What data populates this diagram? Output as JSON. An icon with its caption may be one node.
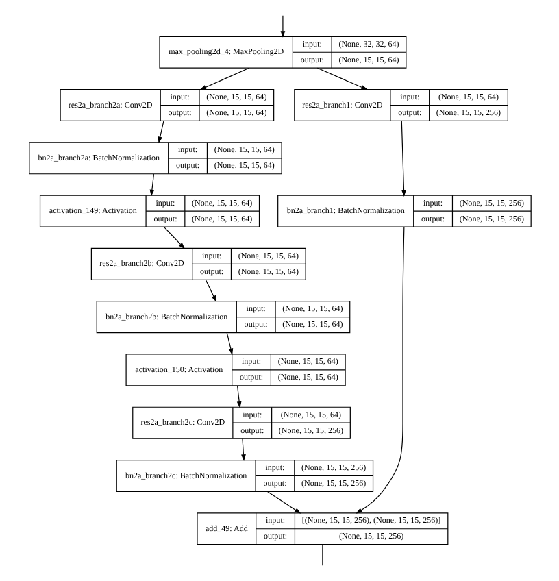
{
  "diagram": {
    "nodes": [
      {
        "text": [
          "max_pooling2d_4: MaxPooling2D",
          "input:",
          "(None, 32, 32, 64)",
          "output:",
          "(None, 15, 15, 64)"
        ]
      },
      {
        "text": [
          "res2a_branch2a: Conv2D",
          "input:",
          "(None, 15, 15, 64)",
          "output:",
          "(None, 15, 15, 64)"
        ]
      },
      {
        "text": [
          "bn2a_branch2a: BatchNormalization",
          "input:",
          "(None, 15, 15, 64)",
          "output:",
          "(None, 15, 15, 64)"
        ]
      },
      {
        "text": [
          "res2a_branch1: Conv2D",
          "input:",
          "(None, 15, 15, 64)",
          "output:",
          "(None, 15, 15, 256)"
        ]
      },
      {
        "text": [
          "activation_149: Activation",
          "input:",
          "(None, 15, 15, 64)",
          "output:",
          "(None, 15, 15, 64)"
        ]
      },
      {
        "text": [
          "bn2a_branch1: BatchNormalization",
          "input:",
          "(None, 15, 15, 256)",
          "output:",
          "(None, 15, 15, 256)"
        ]
      },
      {
        "text": [
          "res2a_branch2b: Conv2D",
          "input:",
          "(None, 15, 15, 64)",
          "output:",
          "(None, 15, 15, 64)"
        ]
      },
      {
        "text": [
          "bn2a_branch2b: BatchNormalization",
          "input:",
          "(None, 15, 15, 64)",
          "output:",
          "(None, 15, 15, 64)"
        ]
      },
      {
        "text": [
          "activation_150: Activation",
          "input:",
          "(None, 15, 15, 64)",
          "output:",
          "(None, 15, 15, 64)"
        ]
      },
      {
        "text": [
          "res2a_branch2c: Conv2D",
          "input:",
          "(None, 15, 15, 64)",
          "output:",
          "(None, 15, 15, 256)"
        ]
      },
      {
        "text": [
          "bn2a_branch2c: BatchNormalization",
          "input:",
          "(None, 15, 15, 256)",
          "output:",
          "(None, 15, 15, 256)"
        ]
      },
      {
        "text": [
          "add_49: Add",
          "input:",
          "[(None, 15, 15, 256), (None, 15, 15, 256)]",
          "output:",
          "(None, 15, 15, 256)"
        ]
      }
    ],
    "edges": [
      {
        "from": null,
        "to": 0,
        "arrow": "to"
      },
      {
        "from": 0,
        "to": 1,
        "arrow": "to"
      },
      {
        "from": 0,
        "to": 3,
        "arrow": "to"
      },
      {
        "from": 1,
        "to": 2,
        "arrow": "to"
      },
      {
        "from": 3,
        "to": 5,
        "arrow": "to"
      },
      {
        "from": 2,
        "to": 4,
        "arrow": "to"
      },
      {
        "from": 4,
        "to": 6,
        "arrow": "to"
      },
      {
        "from": 6,
        "to": 7,
        "arrow": "to"
      },
      {
        "from": 7,
        "to": 8,
        "arrow": "to"
      },
      {
        "from": 8,
        "to": 9,
        "arrow": "to"
      },
      {
        "from": 9,
        "to": 10,
        "arrow": "to"
      },
      {
        "from": 10,
        "to": 11,
        "arrow": "to"
      },
      {
        "from": 5,
        "to": 11,
        "arrow": "to"
      },
      {
        "from": 11,
        "to": null,
        "arrow": "none"
      }
    ]
  }
}
